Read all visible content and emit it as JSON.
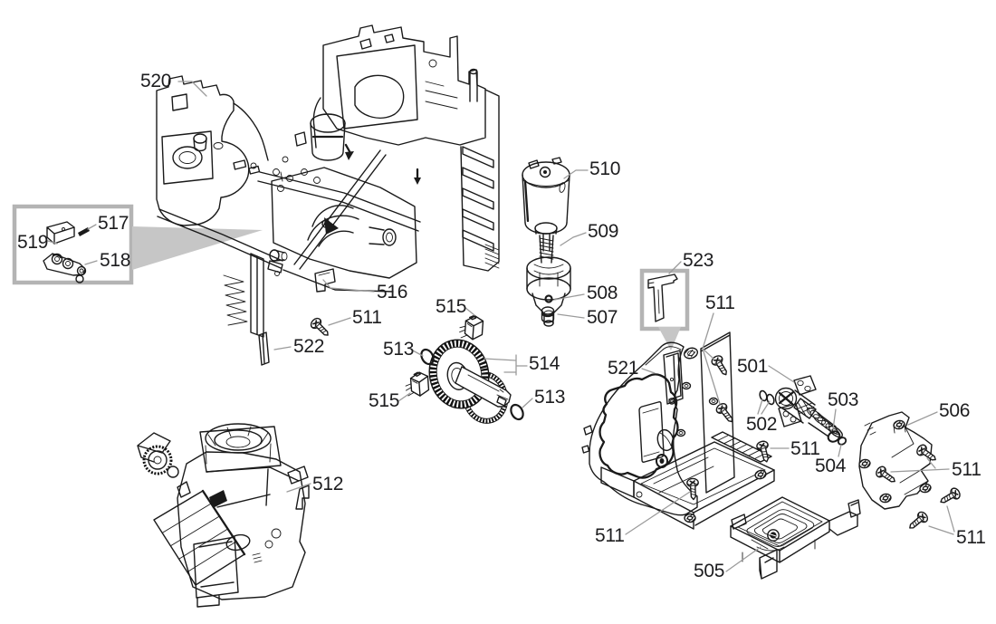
{
  "diagram": {
    "type": "exploded-parts-diagram",
    "background_color": "#ffffff",
    "line_color": "#1a1a1a",
    "leader_line_color": "#9b9b9b",
    "inset_border_color": "#b4b4b4",
    "callout_wedge_color": "#c6c6c6",
    "label_color": "#1d1d1f",
    "unique_part_numbers": [
      "501",
      "502",
      "503",
      "504",
      "505",
      "506",
      "507",
      "508",
      "509",
      "510",
      "511",
      "512",
      "513",
      "514",
      "515",
      "516",
      "517",
      "518",
      "519",
      "520",
      "521",
      "522",
      "523"
    ],
    "insets": [
      {
        "contains": [
          "519",
          "517",
          "518"
        ]
      },
      {
        "contains": [
          "523"
        ]
      }
    ],
    "labels": [
      {
        "part": "520"
      },
      {
        "part": "517"
      },
      {
        "part": "519"
      },
      {
        "part": "518"
      },
      {
        "part": "516"
      },
      {
        "part": "511"
      },
      {
        "part": "515"
      },
      {
        "part": "522"
      },
      {
        "part": "513"
      },
      {
        "part": "514"
      },
      {
        "part": "515"
      },
      {
        "part": "513"
      },
      {
        "part": "512"
      },
      {
        "part": "510"
      },
      {
        "part": "509"
      },
      {
        "part": "508"
      },
      {
        "part": "507"
      },
      {
        "part": "523"
      },
      {
        "part": "511"
      },
      {
        "part": "521"
      },
      {
        "part": "501"
      },
      {
        "part": "502"
      },
      {
        "part": "503"
      },
      {
        "part": "511"
      },
      {
        "part": "504"
      },
      {
        "part": "506"
      },
      {
        "part": "511"
      },
      {
        "part": "511"
      },
      {
        "part": "505"
      },
      {
        "part": "511"
      }
    ]
  }
}
